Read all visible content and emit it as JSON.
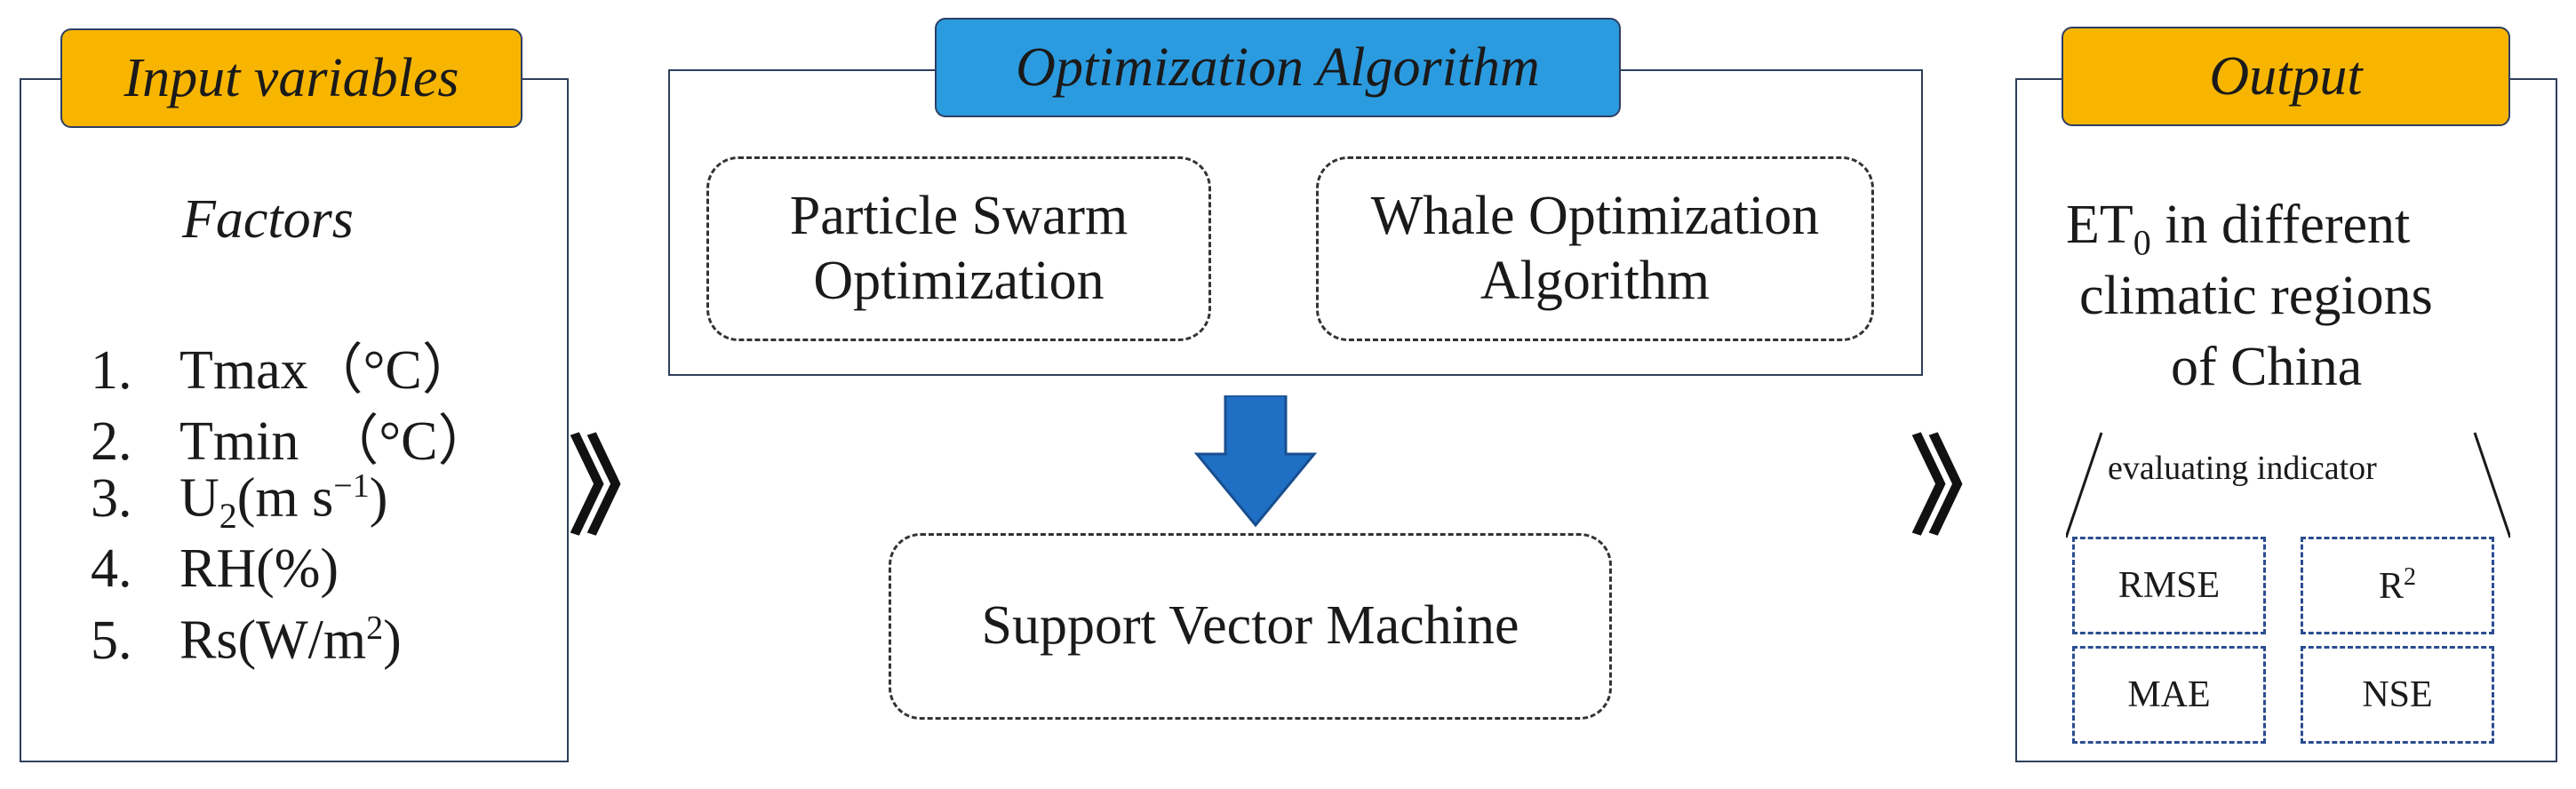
{
  "input": {
    "tag": "Input variables",
    "heading": "Factors",
    "factors": [
      {
        "num": "1.",
        "name": "Tmax",
        "unit": "（°C）"
      },
      {
        "num": "2.",
        "name": "Tmin",
        "unit": "（°C）"
      },
      {
        "num": "3.",
        "name": "U",
        "sub": "2",
        "unit_pre": "(m s",
        "sup": "−1",
        "unit_post": ")"
      },
      {
        "num": "4.",
        "name": "RH(%)"
      },
      {
        "num": "5.",
        "name": "Rs(W/m",
        "sup": "2",
        "unit_post": ")"
      }
    ]
  },
  "optimization": {
    "tag": "Optimization Algorithm",
    "algo1": {
      "line1": "Particle Swarm",
      "line2": "Optimization"
    },
    "algo2": {
      "line1": "Whale Optimization",
      "line2": "Algorithm"
    }
  },
  "model": {
    "label": "Support Vector Machine"
  },
  "flow_symbol": "》",
  "output": {
    "tag": "Output",
    "et0_main": "ET",
    "et0_sub": "0",
    "line1_rest": " in different",
    "line2": "climatic regions",
    "line3": "of China",
    "indicator_label": "evaluating indicator",
    "metrics": {
      "rmse": "RMSE",
      "r2_base": "R",
      "r2_sup": "2",
      "mae": "MAE",
      "nse": "NSE"
    }
  },
  "colors": {
    "orange_tag": "#f7b500",
    "blue_tag": "#2b9be0",
    "arrow": "#1f6fc4",
    "panel_border": "#2f3f5c"
  }
}
